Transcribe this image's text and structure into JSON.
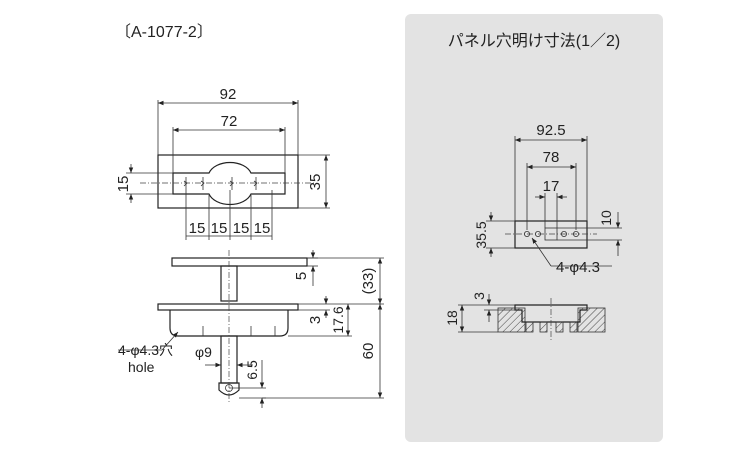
{
  "part_code": "〔A-1077-2〕",
  "panel_title": "パネル穴明け寸法(1／2)",
  "colors": {
    "panel_bg": "#e3e3e3",
    "line": "#222222",
    "text": "#222222"
  },
  "front": {
    "width": "92",
    "pitch": "72",
    "height": "15",
    "outer_height": "35",
    "spacing": [
      "15",
      "15",
      "15",
      "15"
    ]
  },
  "side": {
    "dim_5": "5",
    "dim_33": "(33)",
    "dim_3": "3",
    "dim_17_6": "17.6",
    "dim_60": "60",
    "dim_6_5": "6.5",
    "shaft_dia": "φ9",
    "hole_label_1": "4-φ4.3穴",
    "hole_label_2": "hole"
  },
  "panel": {
    "width_92_5": "92.5",
    "width_78": "78",
    "width_17": "17",
    "height_35_5": "35.5",
    "height_10": "10",
    "hole_spec": "4-φ4.3",
    "depth_18": "18",
    "depth_3": "3"
  }
}
